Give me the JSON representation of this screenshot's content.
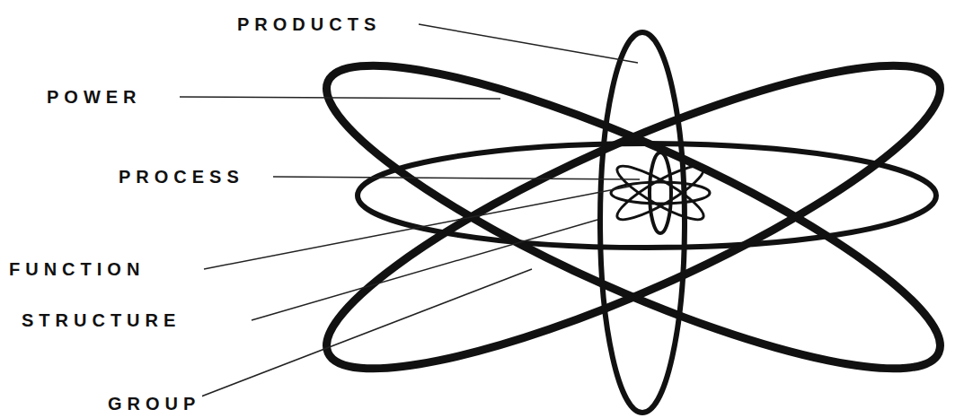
{
  "diagram": {
    "labels": [
      "PRODUCTS",
      "POWER",
      "PROCESS",
      "FUNCTION",
      "STRUCTURE",
      "GROUP"
    ]
  }
}
